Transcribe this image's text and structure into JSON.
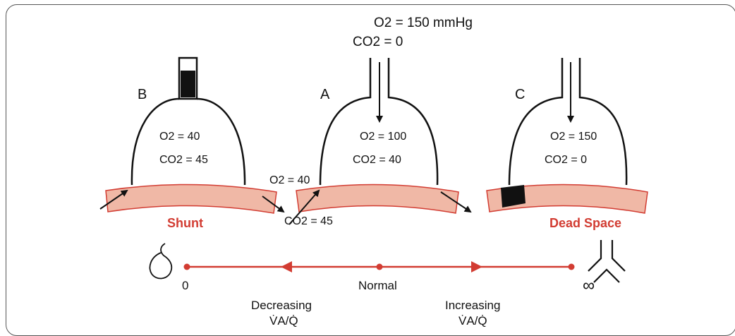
{
  "inspired": {
    "o2": "O2 = 150 mmHg",
    "co2": "CO2 = 0"
  },
  "units": [
    {
      "letter": "B",
      "o2": "O2 = 40",
      "co2": "CO2 = 45",
      "label": "Shunt"
    },
    {
      "letter": "A",
      "o2": "O2 = 100",
      "co2": "CO2 = 40",
      "label": ""
    },
    {
      "letter": "C",
      "o2": "O2 = 150",
      "co2": "CO2 = 0",
      "label": "Dead Space"
    }
  ],
  "venous": {
    "o2": "O2 = 40",
    "co2": "CO2 = 45"
  },
  "scale": {
    "min": "0",
    "mid": "Normal",
    "max": "∞",
    "left_label": "Decreasing",
    "right_label": "Increasing",
    "ratio": "V̇A/Q̇"
  },
  "colors": {
    "accent": "#d23c32",
    "vessel_fill": "#f0b8a6",
    "vessel_edge": "#d23c32"
  }
}
